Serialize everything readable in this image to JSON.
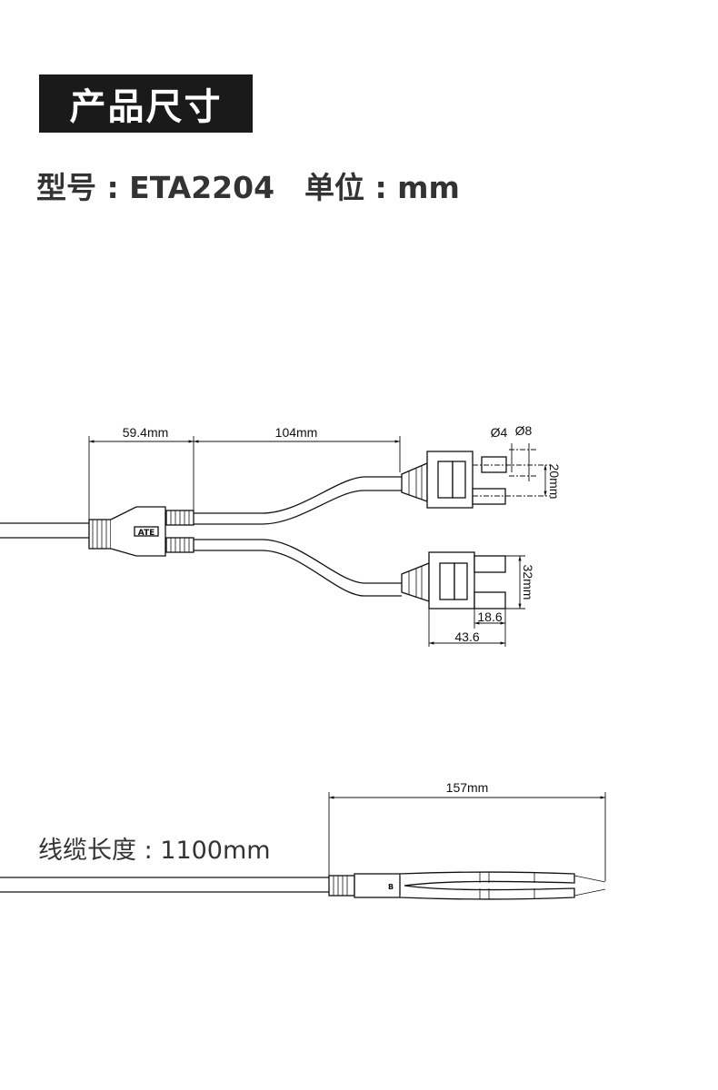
{
  "header": {
    "title": "产品尺寸"
  },
  "specs": {
    "model": "型号 : ETA2204",
    "unit": "单位 : mm"
  },
  "cable": {
    "length_label": "线缆长度 : 1100mm"
  },
  "diagram_top": {
    "splitter_length": "59.4mm",
    "branch_length": "104mm",
    "pin_inner_diameter": "Ø4",
    "pin_outer_diameter": "Ø8",
    "pin_spacing": "20mm",
    "connector_height": "32mm",
    "pin_length": "18.6",
    "connector_length": "43.6",
    "splitter_logo": "ATE"
  },
  "diagram_bottom": {
    "tweezer_length": "157mm",
    "tweezer_mark": "B"
  }
}
